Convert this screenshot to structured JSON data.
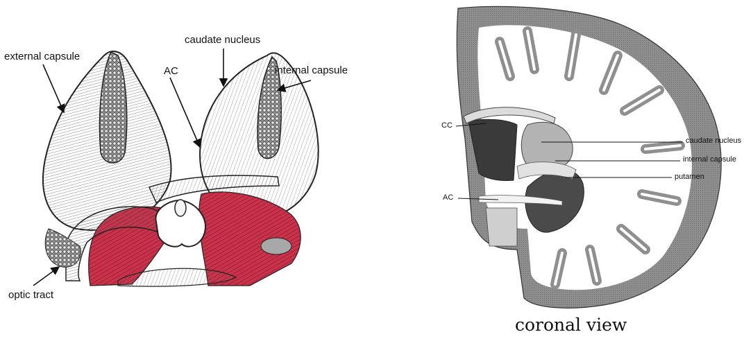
{
  "left_panel": {
    "labels": {
      "external_capsule": "external capsule",
      "caudate_nucleus": "caudate nucleus",
      "ac": "AC",
      "internal_capsule": "internal capsule",
      "optic_tract": "optic tract"
    }
  },
  "right_panel": {
    "labels": {
      "cc": "CC",
      "ac": "AC",
      "caudate_nucleus": "caudate nucleus",
      "internal_capsule": "internal capsule",
      "putamen": "putamen"
    },
    "caption": "coronal view"
  },
  "colors": {
    "accent_red": "#c8324a",
    "tissue_gray": "#8f8f8f",
    "line": "#222222"
  }
}
